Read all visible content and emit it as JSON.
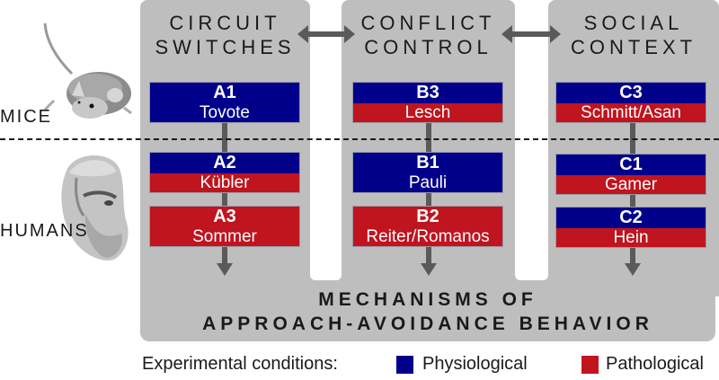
{
  "columns": [
    {
      "id": "circuit-switches",
      "title_line1": "CIRCUIT",
      "title_line2": "SWITCHES"
    },
    {
      "id": "conflict-control",
      "title_line1": "CONFLICT",
      "title_line2": "CONTROL"
    },
    {
      "id": "social-context",
      "title_line1": "SOCIAL",
      "title_line2": "CONTEXT"
    }
  ],
  "rows": {
    "mice": "MICE",
    "humans": "HUMANS"
  },
  "projects": {
    "A1": {
      "id": "A1",
      "name": "Tovote",
      "condition": "physiological"
    },
    "A2": {
      "id": "A2",
      "name": "Kübler",
      "condition": "both"
    },
    "A3": {
      "id": "A3",
      "name": "Sommer",
      "condition": "pathological"
    },
    "B3": {
      "id": "B3",
      "name": "Lesch",
      "condition": "both"
    },
    "B1": {
      "id": "B1",
      "name": "Pauli",
      "condition": "physiological"
    },
    "B2": {
      "id": "B2",
      "name": "Reiter/Romanos",
      "condition": "pathological"
    },
    "C3": {
      "id": "C3",
      "name": "Schmitt/Asan",
      "condition": "both"
    },
    "C1": {
      "id": "C1",
      "name": "Gamer",
      "condition": "both"
    },
    "C2": {
      "id": "C2",
      "name": "Hein",
      "condition": "both"
    }
  },
  "bottom": {
    "line1": "MECHANISMS OF",
    "line2": "APPROACH-AVOIDANCE BEHAVIOR"
  },
  "legend": {
    "label": "Experimental conditions:",
    "physiological": "Physiological",
    "pathological": "Pathological"
  },
  "colors": {
    "physiological": "#00008b",
    "pathological": "#c0141e",
    "panel": "#bebebe",
    "arrow": "#5a5a5a"
  },
  "images": {
    "mouse": "mouse-illustration",
    "human": "darwin-portrait"
  }
}
